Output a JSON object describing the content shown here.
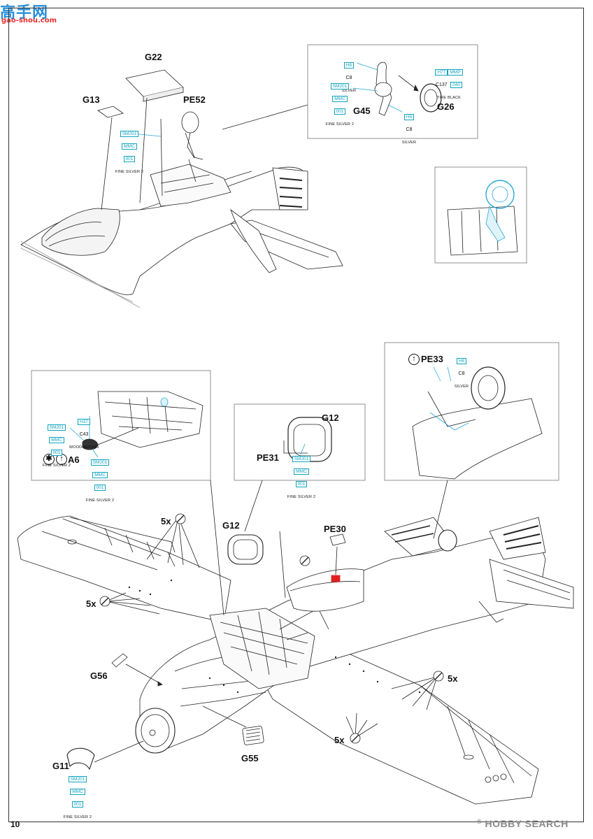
{
  "site_logo": {
    "chinese": "高手网",
    "url": "gao-shou.com"
  },
  "page_number": "10",
  "watermark": {
    "brand": "HOBBY SEARCH",
    "mark": "®"
  },
  "parts": {
    "G22": "G22",
    "G13": "G13",
    "PE52": "PE52",
    "G45": "G45",
    "G26": "G26",
    "PE33": "PE33",
    "A6": "A6",
    "G12_inset": "G12",
    "PE31": "PE31",
    "G12_main": "G12",
    "PE30": "PE30",
    "G56": "G56",
    "G55": "G55",
    "G11": "G11"
  },
  "multipliers": {
    "m1": "5x",
    "m2": "5x",
    "m3": "5x",
    "m4": "5x"
  },
  "paints": {
    "fine_silver_top": {
      "codes": [
        "SM201",
        "MMC",
        "001"
      ],
      "name": "FINE SILVER 2"
    },
    "silver_g45": {
      "codes": [
        "H8"
      ],
      "code2": "C8",
      "name": "SILVER"
    },
    "fine_silver_g45": {
      "codes": [
        "SM201",
        "MMC",
        "001"
      ],
      "name": "FINE SILVER 2"
    },
    "tire_black": {
      "codes": [
        "H77",
        "MMP",
        "040"
      ],
      "code2": "C137",
      "name": "TIRE BLACK"
    },
    "silver_g45b": {
      "codes": [
        "H8"
      ],
      "code2": "C8",
      "name": "SILVER"
    },
    "silver_pe33": {
      "codes": [
        "H8"
      ],
      "code2": "C8",
      "name": "SILVER"
    },
    "fine_silver_a6": {
      "codes": [
        "SM201",
        "MMC",
        "001"
      ],
      "name": "FINE SILVER 2"
    },
    "wood_brown": {
      "codes": [
        "H37"
      ],
      "code2": "C43",
      "name": "WOOD BROWN"
    },
    "fine_silver_a6b": {
      "codes": [
        "SM201",
        "MMC",
        "001"
      ],
      "name": "FINE SILVER 2"
    },
    "fine_silver_pe31": {
      "codes": [
        "SM201",
        "MMC",
        "001"
      ],
      "name": "FINE SILVER 2"
    },
    "fine_silver_g11": {
      "codes": [
        "SM201",
        "MMC",
        "001"
      ],
      "name": "FINE SILVER 2"
    }
  },
  "icons": {
    "optional_parts": "star-circle-icon",
    "bend": "arrow-up-circle-icon"
  },
  "colors": {
    "paint_code": "#12a4bf",
    "red_highlight": "#e02020",
    "line": "#222222"
  }
}
